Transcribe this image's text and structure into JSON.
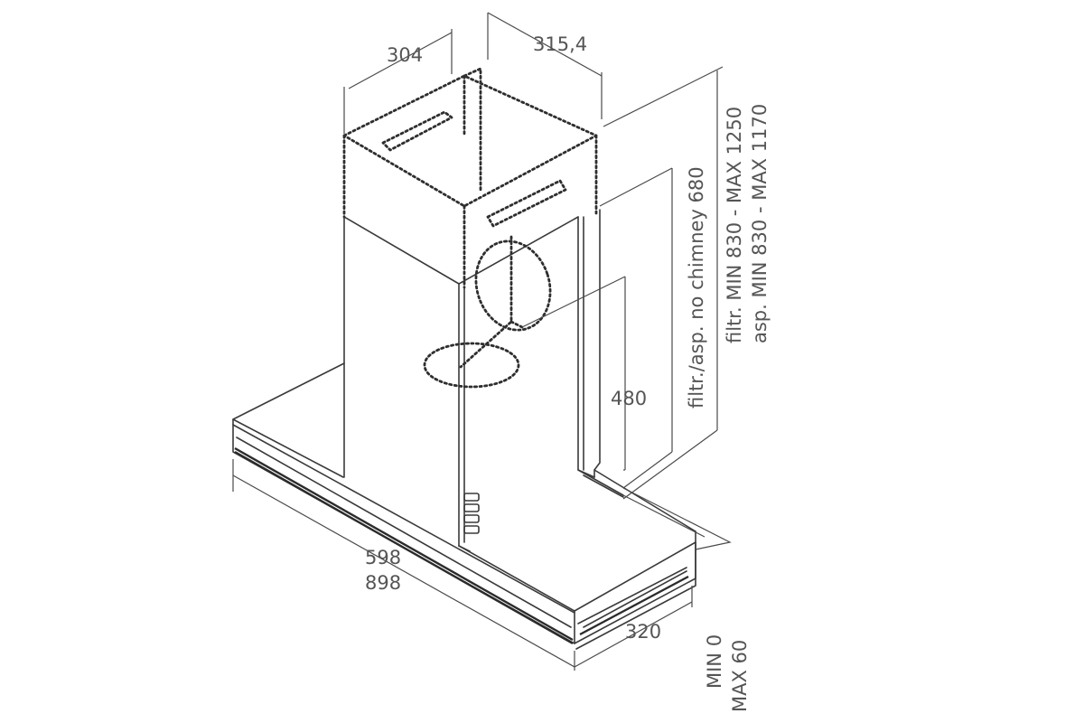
{
  "dimensions": {
    "duct_width": "304",
    "duct_depth": "315,4",
    "width_small": "598",
    "width_large": "898",
    "hood_depth": "320",
    "canopy_height": "480",
    "filter_no_chimney": "filtr./asp. no chimney 680",
    "filter_range": "filtr. MIN 830 - MAX 1250",
    "extract_range": "asp. MIN 830 - MAX 1170",
    "gap_min": "MIN 0",
    "gap_max": "MAX 60"
  }
}
